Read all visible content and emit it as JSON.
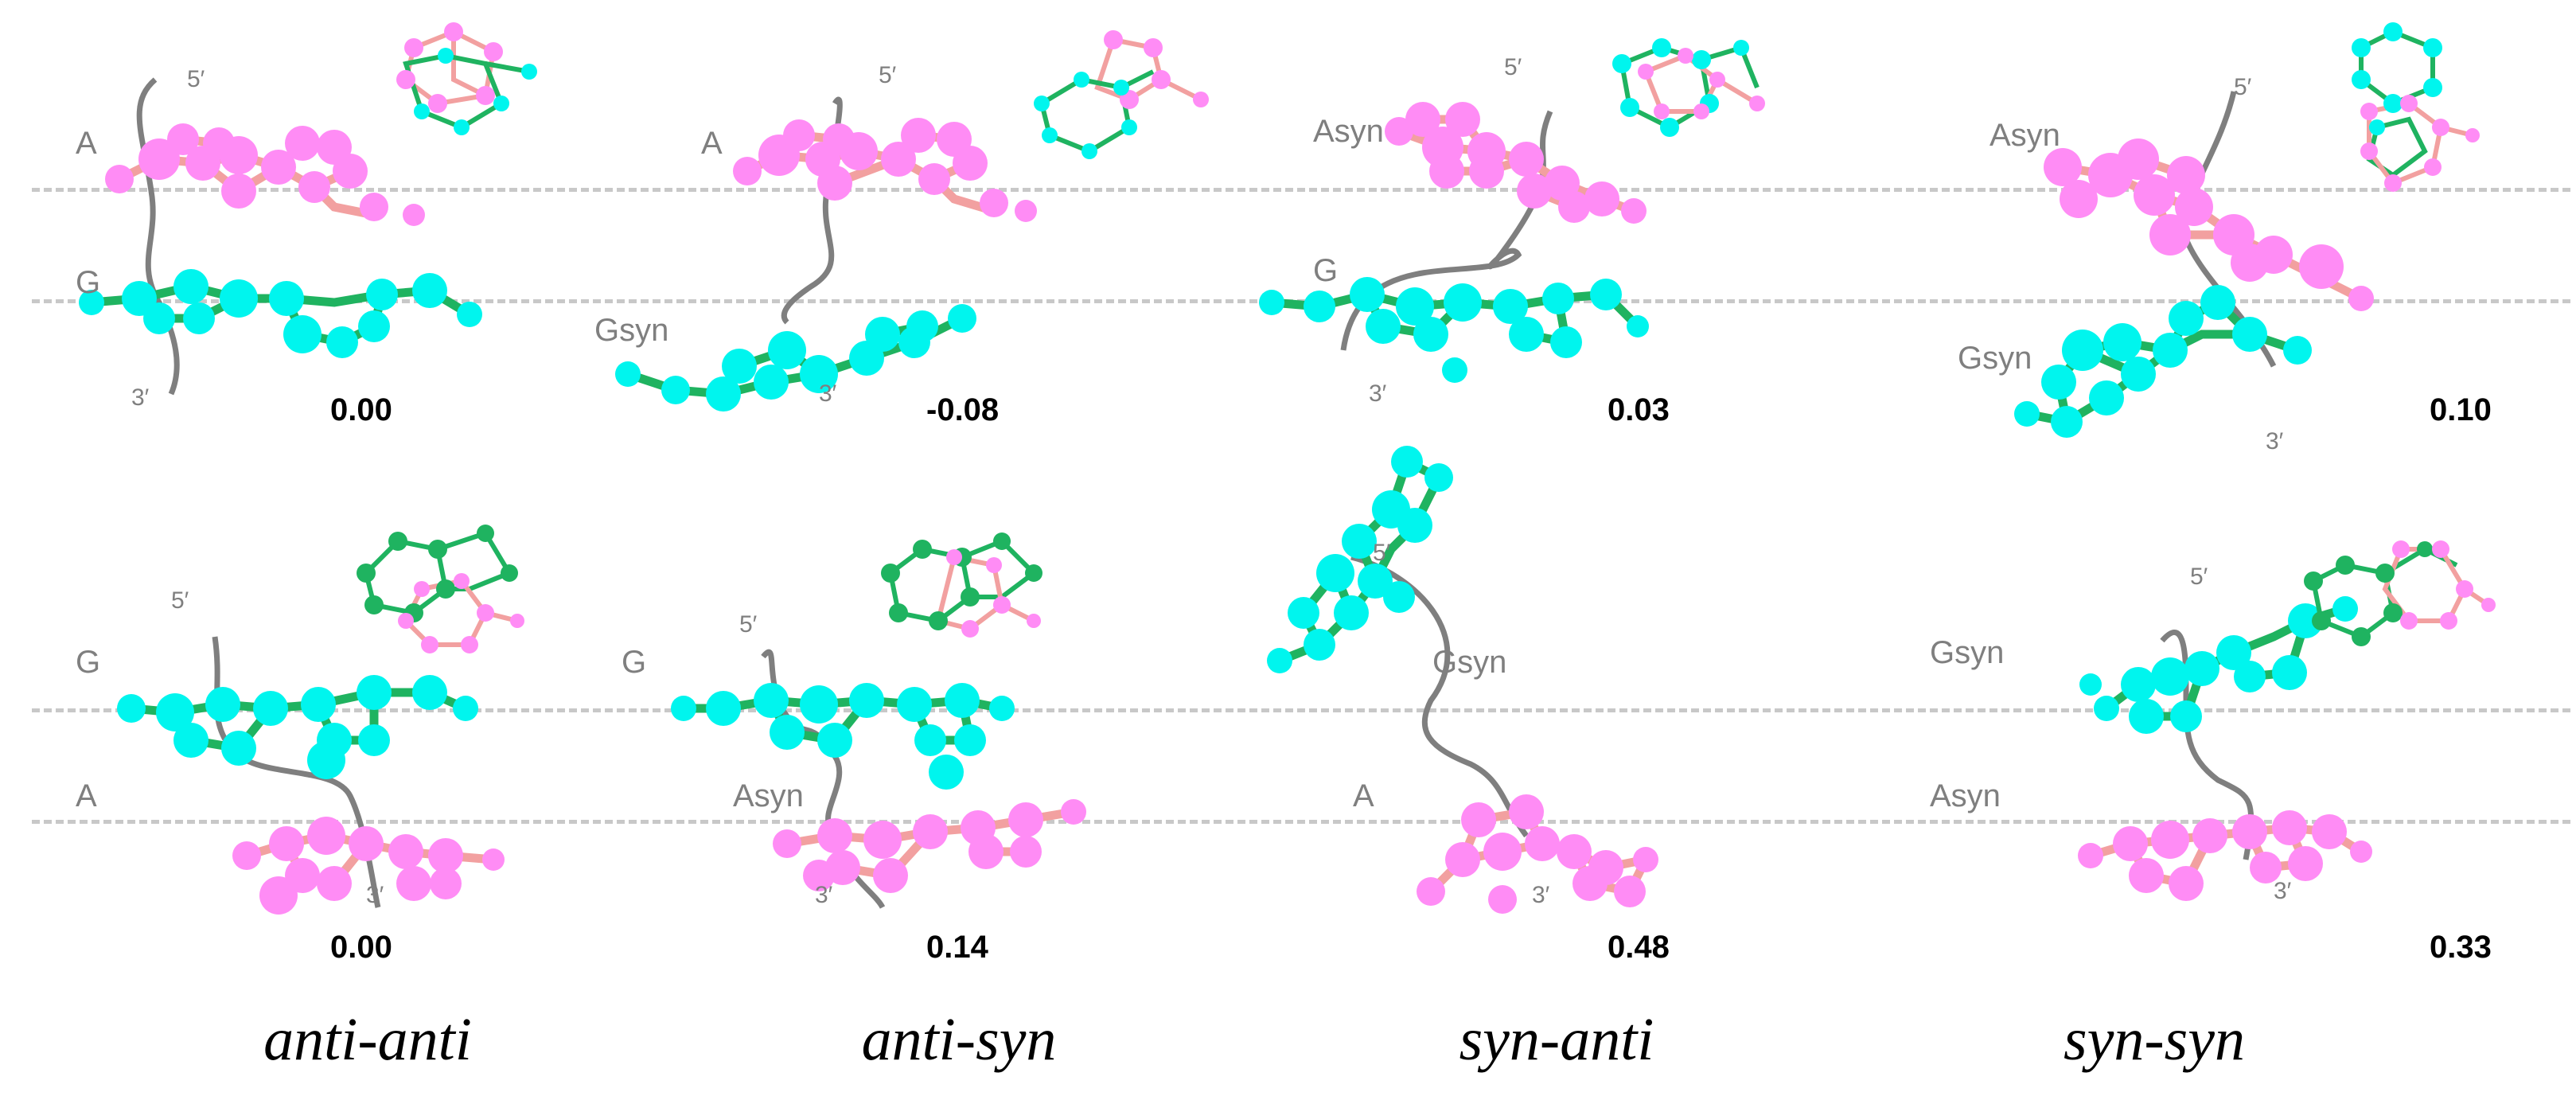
{
  "colors": {
    "adenine": "#ff8cf5",
    "adenine_bond": "#f2a0a0",
    "guanine": "#00f5ee",
    "guanine_bond": "#1fb360",
    "backbone": "#7f7f7f",
    "guide": "#c8c8c8"
  },
  "rows": [
    {
      "panels": [
        {
          "upper": "A",
          "lower": "G",
          "energy": "0.00"
        },
        {
          "upper": "A",
          "lower": "Gsyn",
          "energy": "-0.08"
        },
        {
          "upper": "Asyn",
          "lower": "G",
          "energy": "0.03"
        },
        {
          "upper": "Asyn",
          "lower": "Gsyn",
          "energy": "0.10"
        }
      ]
    },
    {
      "panels": [
        {
          "upper": "G",
          "lower": "A",
          "energy": "0.00"
        },
        {
          "upper": "G",
          "lower": "Asyn",
          "energy": "0.14"
        },
        {
          "upper": "Gsyn",
          "lower": "A",
          "energy": "0.48"
        },
        {
          "upper": "Gsyn",
          "lower": "Asyn",
          "energy": "0.33"
        }
      ]
    }
  ],
  "primes": {
    "five": "5′",
    "three": "3′"
  },
  "categories": [
    "anti-anti",
    "anti-syn",
    "syn-anti",
    "syn-syn"
  ]
}
